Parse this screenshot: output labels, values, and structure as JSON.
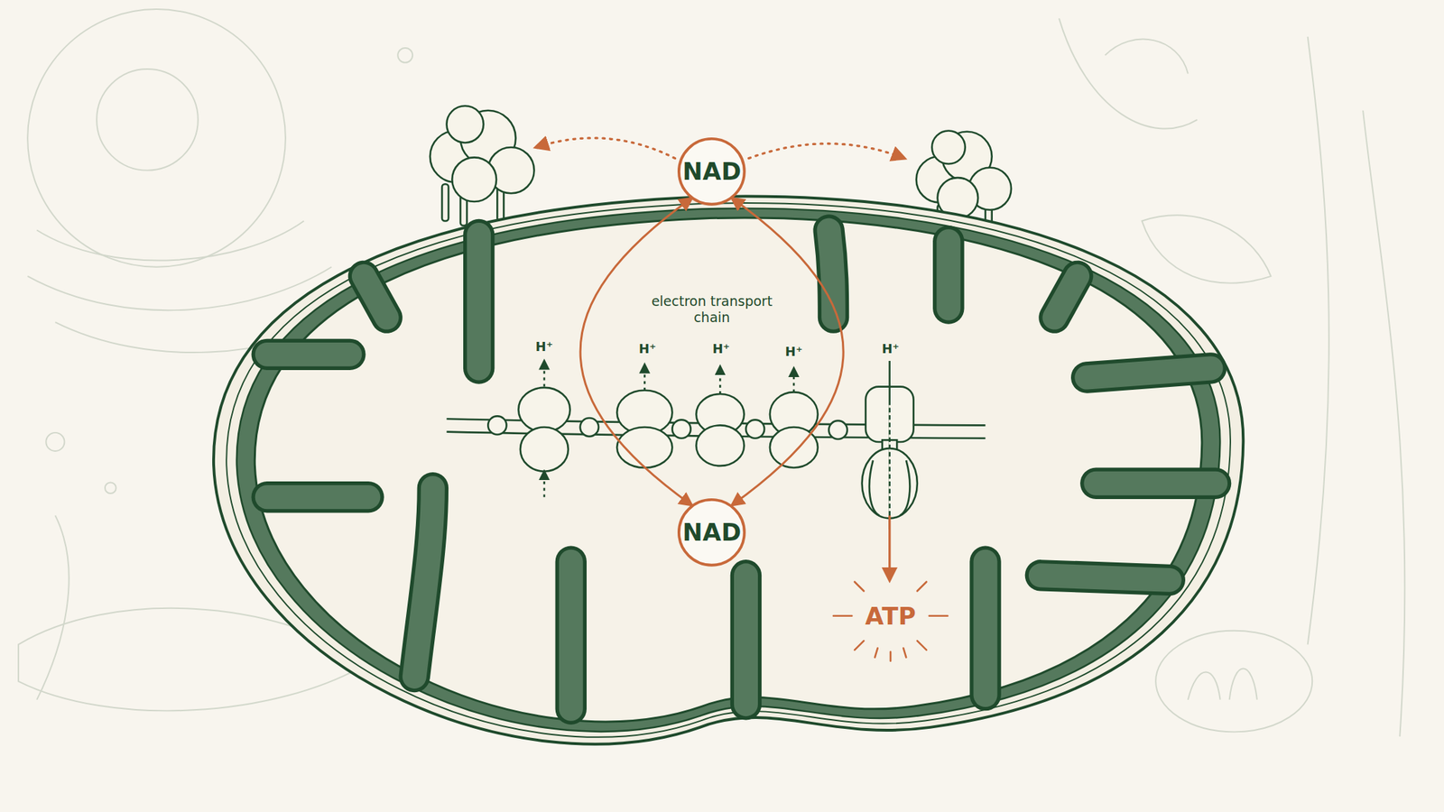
{
  "diagram": {
    "nodes": [
      {
        "text": [
          "NAD"
        ]
      },
      {
        "text": [
          "NAD"
        ]
      }
    ],
    "edges": [
      {
        "from": 0,
        "to": 1,
        "arrow": "both"
      },
      {
        "from": 0,
        "to": 1,
        "arrow": "both"
      }
    ],
    "labels": [
      "electron transport chain",
      "H⁺",
      "H⁺",
      "H⁺",
      "H⁺",
      "H⁺",
      "ATP"
    ]
  }
}
